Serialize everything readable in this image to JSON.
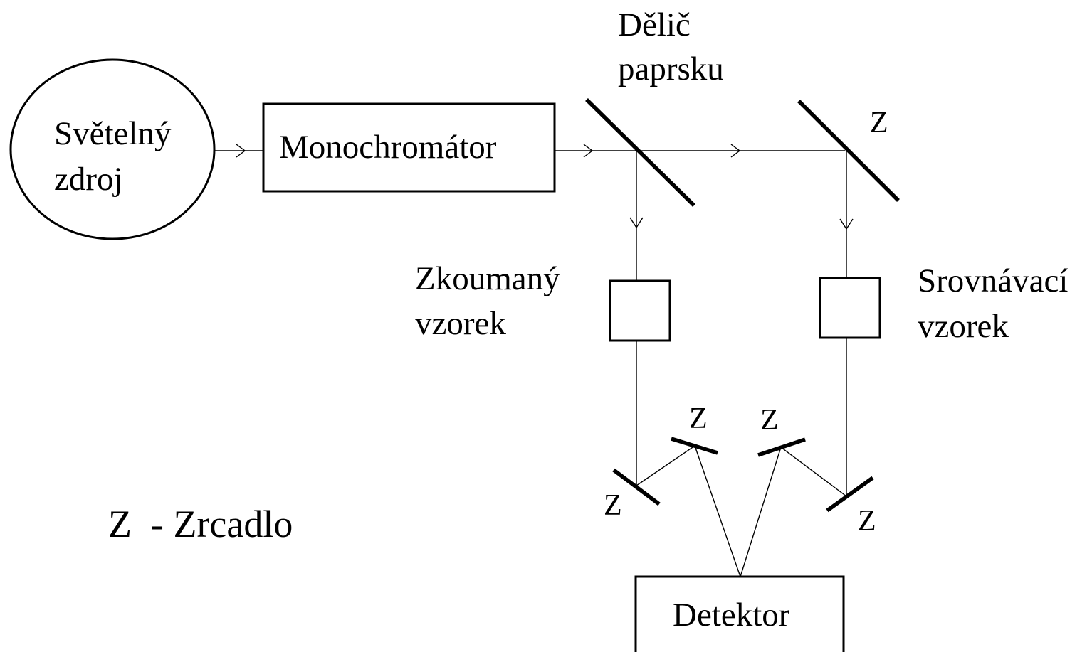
{
  "labels": {
    "source_line1": "Světelný",
    "source_line2": "zdroj",
    "monochromator": "Monochromátor",
    "splitter_line1": "Dělič",
    "splitter_line2": "paprsku",
    "mirror_symbol": "Z",
    "sample_line1": "Zkoumaný",
    "sample_line2": "vzorek",
    "reference_line1": "Srovnávací",
    "reference_line2": "vzorek",
    "detector": "Detektor",
    "legend": "Z  - Zrcadlo"
  }
}
